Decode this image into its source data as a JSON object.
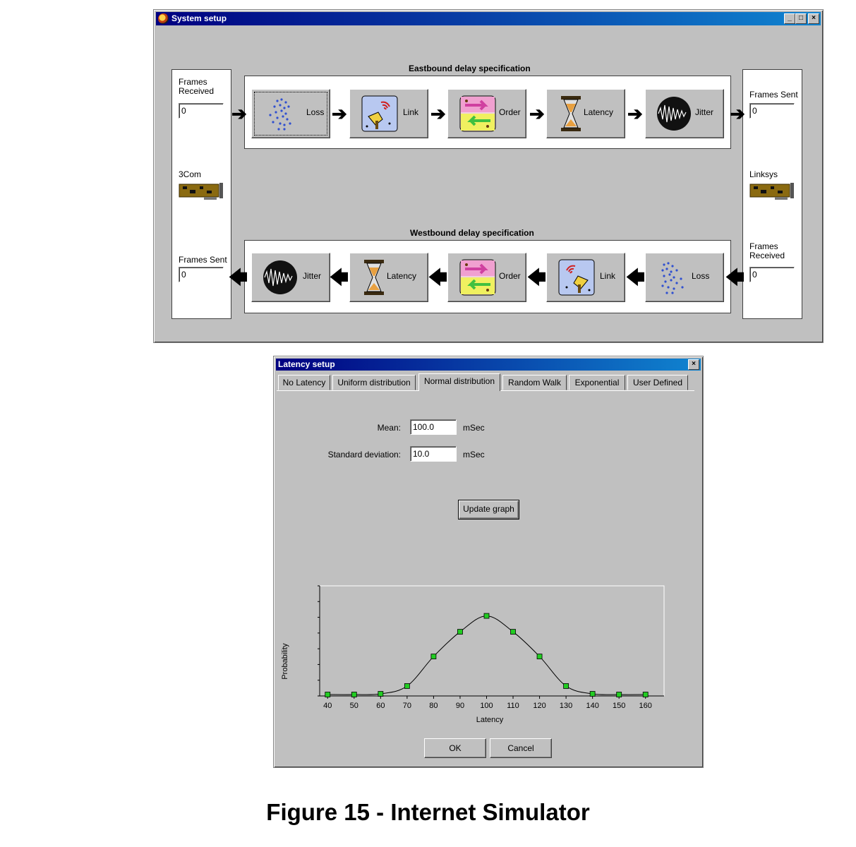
{
  "system_window": {
    "title": "System setup",
    "eastbound_title": "Eastbound delay specification",
    "westbound_title": "Westbound delay specification",
    "left": {
      "frames_received_label": "Frames Received",
      "frames_received_value": "0",
      "nic_label": "3Com",
      "frames_sent_label": "Frames Sent",
      "frames_sent_value": "0"
    },
    "right": {
      "frames_sent_label": "Frames Sent",
      "frames_sent_value": "0",
      "nic_label": "Linksys",
      "frames_received_label": "Frames Received",
      "frames_received_value": "0"
    },
    "eastbound_stages": [
      "Loss",
      "Link",
      "Order",
      "Latency",
      "Jitter"
    ],
    "westbound_stages": [
      "Jitter",
      "Latency",
      "Order",
      "Link",
      "Loss"
    ]
  },
  "latency_dialog": {
    "title": "Latency setup",
    "tabs": [
      "No Latency",
      "Uniform distribution",
      "Normal distribution",
      "Random Walk",
      "Exponential",
      "User Defined"
    ],
    "active_tab": "Normal distribution",
    "mean_label": "Mean:",
    "mean_value": "100.0",
    "mean_unit": "mSec",
    "std_label": "Standard deviation:",
    "std_value": "10.0",
    "std_unit": "mSec",
    "update_button": "Update graph",
    "ok_button": "OK",
    "cancel_button": "Cancel"
  },
  "chart_data": {
    "type": "line",
    "xlabel": "Latency",
    "ylabel": "Probability",
    "x_ticks": [
      40,
      50,
      60,
      70,
      80,
      90,
      100,
      110,
      120,
      130,
      140,
      150,
      160
    ],
    "x": [
      40,
      50,
      60,
      70,
      80,
      90,
      100,
      110,
      120,
      130,
      140,
      150,
      160
    ],
    "y": [
      0.0,
      0.0,
      0.0044,
      0.054,
      0.242,
      0.399,
      0.5,
      0.399,
      0.242,
      0.054,
      0.0044,
      0.0,
      0.0
    ],
    "xlim": [
      37,
      167
    ],
    "ylim": [
      0,
      0.7
    ],
    "grid": false,
    "marker_color": "#22cc22"
  },
  "caption": "Figure 15 - Internet Simulator"
}
